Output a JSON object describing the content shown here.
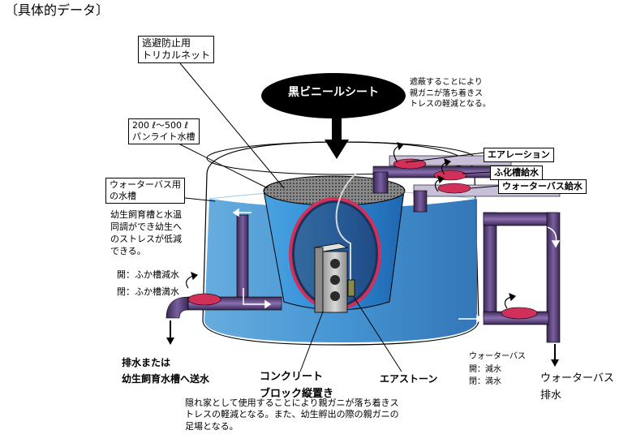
{
  "header": {
    "title": "〔具体的データ〕"
  },
  "labels": {
    "net": [
      "逃避防止用",
      "トリカルネット"
    ],
    "sheet": "黒ビニールシート",
    "sheet_note": [
      "遮蔽することにより",
      "親ガニが落ち着きス",
      "トレスの軽減となる。"
    ],
    "tank": [
      "200 ℓ～500 ℓ",
      "パンライト水槽"
    ],
    "water_bath": [
      "ウォーターバス用",
      "の水槽"
    ],
    "water_bath_note": [
      "幼生飼育槽と水温",
      "同調ができ幼生へ",
      "のストレスが低減",
      "できる。"
    ],
    "aeration": "エアレーション",
    "hatch_supply": "ふ化槽給水",
    "bath_supply": "ウォーターバス給水",
    "valve_open": "開：ふか槽減水",
    "valve_close": "閉：ふか槽満水",
    "drain_main": [
      "排水または",
      "幼生飼育水槽へ送水"
    ],
    "block": [
      "コンクリート",
      "ブロック縦置き"
    ],
    "airstone": "エアストーン",
    "bath_valve": [
      "ウォーターバス",
      "開：減水",
      "閉：満水"
    ],
    "bath_drain": [
      "ウォーターバス",
      "排水"
    ],
    "bottom_note": [
      "隠れ家として使用することにより親ガニが落ち着きス",
      "トレスの軽減となる。また、幼生孵出の際の親ガニの",
      "足場となる。"
    ]
  },
  "colors": {
    "water": "#3b8fd1",
    "water_dark": "#1e5fa8",
    "pipe": "#5a3f7a",
    "pipe_dark": "#2e1f45",
    "valve": "#d0305a",
    "oval": "#000000"
  }
}
